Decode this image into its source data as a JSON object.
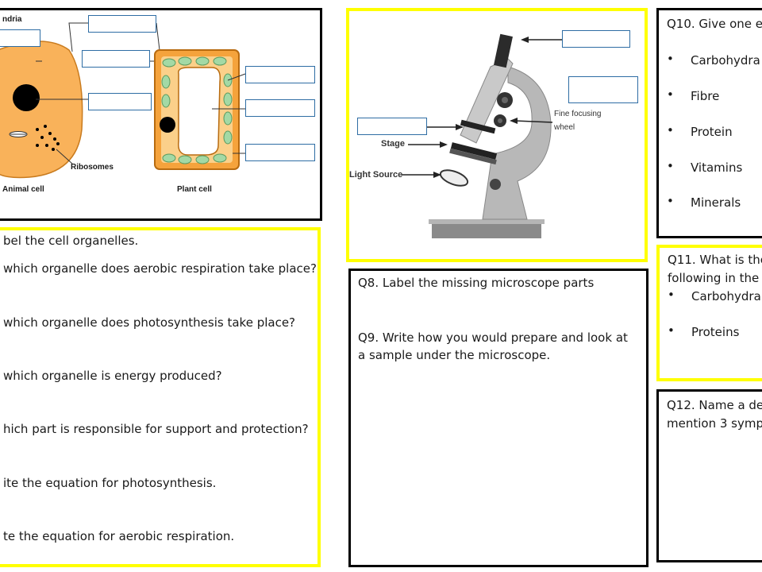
{
  "cells": {
    "mitochondria_label": "ndria",
    "ribosomes_label": "Ribosomes",
    "animal_label": "Animal cell",
    "plant_label": "Plant cell"
  },
  "questions_left": [
    "bel the cell organelles.",
    "which organelle does aerobic respiration take place?",
    "which organelle does photosynthesis take place?",
    "which organelle is energy produced?",
    "hich part is responsible for support and protection?",
    "ite the equation for photosynthesis.",
    "te the equation for aerobic respiration."
  ],
  "microscope": {
    "stage_label": "Stage",
    "light_label": "Light Source",
    "fine_focus_label_1": "Fine focusing",
    "fine_focus_label_2": "wheel"
  },
  "q8": "Q8. Label the missing microscope parts",
  "q9_line1": "Q9. Write how you would prepare and look at",
  "q9_line2": "a sample under the microscope.",
  "q10": {
    "title": "Q10. Give one e",
    "items": [
      "Carbohydra",
      "Fibre",
      "Protein",
      "Vitamins",
      "Minerals"
    ]
  },
  "q11": {
    "line1": "Q11. What is the",
    "line2": "following in the",
    "items": [
      "Carbohydra",
      "Proteins"
    ]
  },
  "q12": {
    "line1": "Q12. Name a de",
    "line2": "mention 3 symp"
  },
  "colors": {
    "yellow_border": "#ffff00",
    "animal_cell": "#f9b25a",
    "plant_wall": "#f5a33c",
    "chloroplast": "#a3d9a5",
    "label_box_border": "#2e6da4"
  }
}
